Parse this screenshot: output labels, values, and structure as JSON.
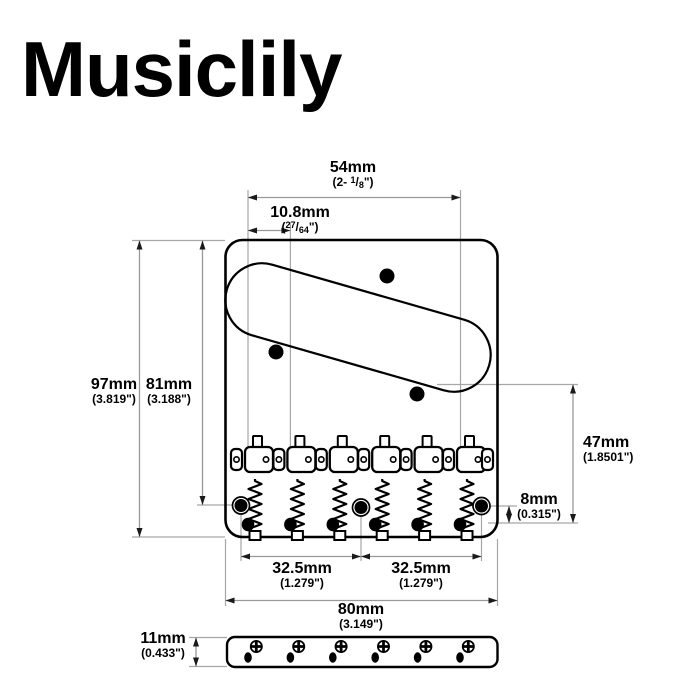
{
  "brand": "Musiclily",
  "colors": {
    "outline": "#000000",
    "dimension_line": "#9c9c9c",
    "arrowhead": "#1a1a1a",
    "background": "#ffffff",
    "fill_hole": "#000000"
  },
  "drawing": {
    "top_view_name": "bridge-top-view",
    "side_view_name": "bridge-side-view",
    "saddle_count": 6,
    "mounting_hole_count": 3,
    "pickup_screw_hole_count": 3
  },
  "dimensions": {
    "string_spread": {
      "metric": "54mm",
      "imp_pre": "(2- ",
      "imp_num": "1",
      "imp_slash": "/",
      "imp_den": "8",
      "imp_post": "\")"
    },
    "string_spacing": {
      "metric": "10.8mm",
      "imp_pre": "(",
      "imp_num": "27",
      "imp_slash": "/",
      "imp_den": "64",
      "imp_post": "\")"
    },
    "overall_length": {
      "metric": "97mm",
      "imperial": "(3.819\")"
    },
    "plate_length": {
      "metric": "81mm",
      "imperial": "(3.188\")"
    },
    "cutout_to_screws": {
      "metric": "47mm",
      "imperial": "(1.8501\")"
    },
    "screw_to_strings": {
      "metric": "8mm",
      "imperial": "(0.315\")"
    },
    "screw_spacing_left": {
      "metric": "32.5mm",
      "imperial": "(1.279\")"
    },
    "screw_spacing_right": {
      "metric": "32.5mm",
      "imperial": "(1.279\")"
    },
    "plate_width": {
      "metric": "80mm",
      "imperial": "(3.149\")"
    },
    "side_height": {
      "metric": "11mm",
      "imperial": "(0.433\")"
    }
  }
}
